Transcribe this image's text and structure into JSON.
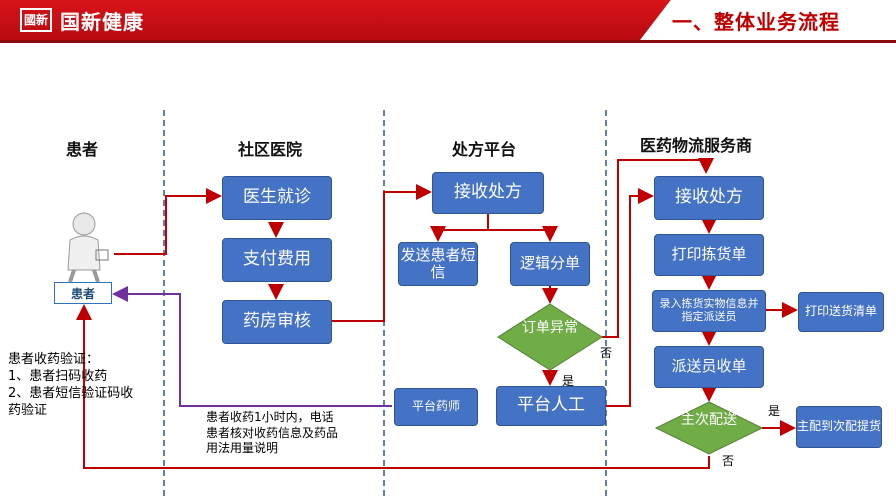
{
  "header": {
    "logo_text": "國新",
    "brand": "国新健康",
    "page_title": "一、整体业务流程"
  },
  "lanes": {
    "patient": "患者",
    "clinic": "社区医院",
    "platform": "处方平台",
    "logistics": "医药物流服务商"
  },
  "patient_label": "患者",
  "clinic_steps": {
    "visit": "医生就诊",
    "pay": "支付费用",
    "review": "药房审核"
  },
  "platform_steps": {
    "receive": "接收处方",
    "sms": "发送患者短信",
    "split": "逻辑分单",
    "exception": "订单异常",
    "manual": "平台人工",
    "pharmacist": "平台药师"
  },
  "logistics_steps": {
    "receive": "接收处方",
    "print_pick": "打印拣货单",
    "enter_assign": "录入拣货实物信息并指定派送员",
    "print_delivery": "打印送货清单",
    "courier": "派送员收单",
    "main_delivery": "主次配送",
    "pickup": "主配到次配提货"
  },
  "labels": {
    "yes": "是",
    "no": "否"
  },
  "notes": {
    "verification": [
      "患者收药验证：",
      "1、患者扫码收药",
      "2、患者短信验证码收",
      "药验证"
    ],
    "pharmacist_call": [
      "患者收药1小时内，电话",
      "患者核对收药信息及药品",
      "用法用量说明"
    ]
  },
  "colors": {
    "box_fill": "#4472c4",
    "diamond_fill": "#70ad47",
    "line_red": "#c00000",
    "line_purple": "#7030a0",
    "header_red": "#d8141a"
  }
}
